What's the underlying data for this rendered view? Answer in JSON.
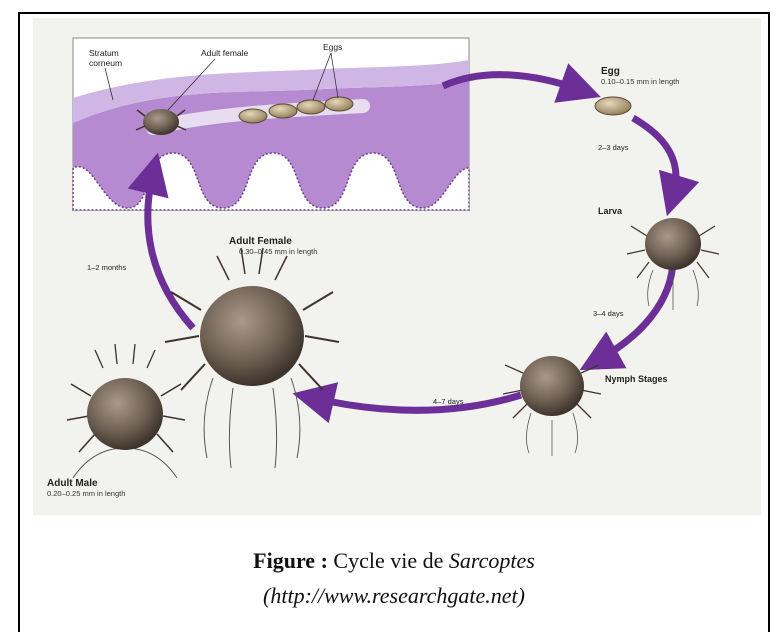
{
  "figure": {
    "labels": {
      "stratum_corneum_line1": "Stratum",
      "stratum_corneum_line2": "corneum",
      "adult_female_skin": "Adult female",
      "eggs": "Eggs",
      "egg_title": "Egg",
      "egg_size": "0.10–0.15 mm in length",
      "days_2_3": "2–3 days",
      "larva": "Larva",
      "days_3_4": "3–4 days",
      "nymph_stages": "Nymph Stages",
      "days_4_7": "4–7 days",
      "adult_female_title": "Adult Female",
      "adult_female_size": "0.30–0.45 mm in length",
      "months_1_2": "1–2 months",
      "adult_male_title": "Adult Male",
      "adult_male_size": "0.20–0.25 mm in length"
    },
    "colors": {
      "background": "#f2f2ee",
      "skin": "#b58ad0",
      "stratum": "#cfb6e4",
      "arrow": "#6b2f97",
      "mite": "#6f6154"
    }
  },
  "caption": {
    "bold_prefix": "Figure :",
    "text": " Cycle vie de ",
    "italic_genus": "Sarcoptes",
    "source": "(http://www.researchgate.net)"
  }
}
